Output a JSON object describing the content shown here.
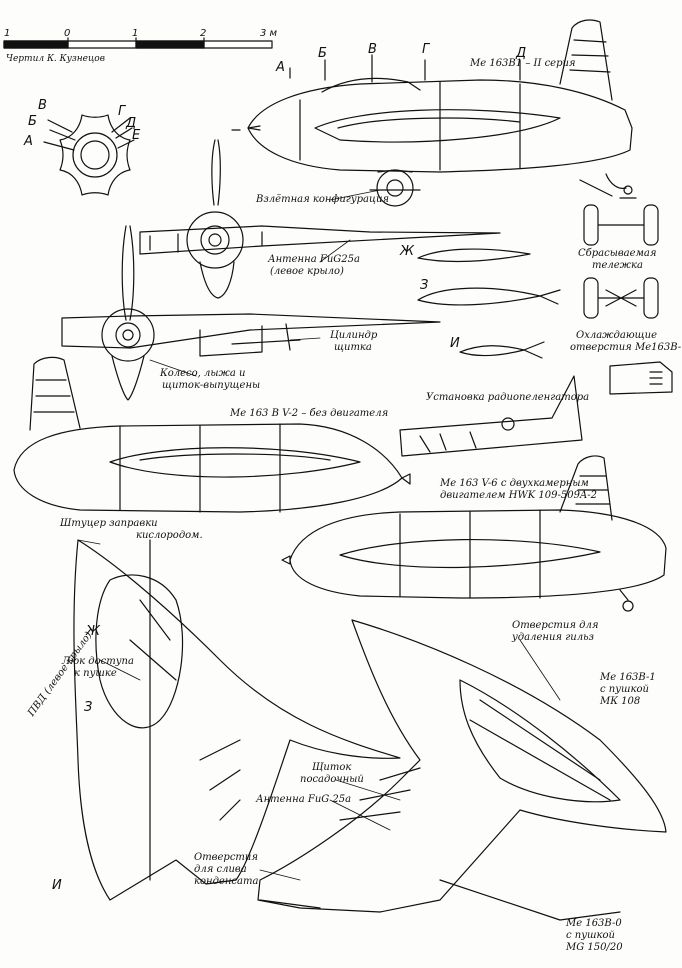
{
  "scale": {
    "ticks": [
      "1",
      "0",
      "1",
      "2",
      "3 м"
    ],
    "author": "Чертил К. Кузнецов"
  },
  "titles": {
    "top_profile": "Me 163B1 – II серия",
    "v2": "Me 163 B V-2 – без двигателя",
    "v6_line1": "Me 163 V-6 с двухкамерным",
    "v6_line2": "двигателем HWK 109-509A-2",
    "b1_line1": "Me 163B-1",
    "b1_line2": "с пушкой",
    "b1_line3": "МК 108",
    "b0_line1": "Me 163B-0",
    "b0_line2": "с пушкой",
    "b0_line3": "MG 150/20"
  },
  "section_letters": [
    "А",
    "Б",
    "В",
    "Г",
    "Д",
    "Е",
    "Ж",
    "З",
    "И"
  ],
  "labels": {
    "takeoff": "Взлётная конфигурация",
    "antenna_fug25a_1": "Антенна FuG25a",
    "antenna_fug25a_2": "(левое крыло)",
    "dolly_1": "Сбрасываемая",
    "dolly_2": "тележка",
    "cylinder_1": "Цилиндр",
    "cylinder_2": "щитка",
    "cooling_1": "Охлаждающие",
    "cooling_2": "отверстия Me163B-",
    "wheel_1": "Колесо, лыжа и",
    "wheel_2": "щиток-выпущены",
    "radio": "Установка радиопеленгатора",
    "oxygen_1": "Штуцер заправки",
    "oxygen_2": "кислородом.",
    "hatch_1": "Люк доступа",
    "hatch_2": "к пушке",
    "pitot": "ПВД (левое крыло)",
    "casings_1": "Отверстия для",
    "casings_2": "удаления гильз",
    "flap_1": "Щиток",
    "flap_2": "посадочный",
    "antenna_fug25a_bottom": "Антенна FuG 25a",
    "drain_1": "Отверстия",
    "drain_2": "для слива",
    "drain_3": "конденсата"
  },
  "colors": {
    "line": "#111111",
    "paper": "#fdfdfb"
  }
}
